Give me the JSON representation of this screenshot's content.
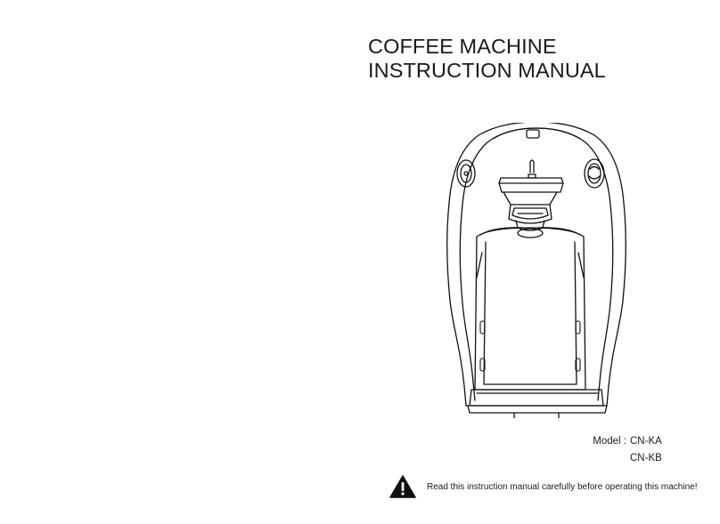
{
  "cover": {
    "title_line1": "COFFEE MACHINE",
    "title_line2": "INSTRUCTION MANUAL"
  },
  "illustration": {
    "icon": "coffee-machine-front-view"
  },
  "models": {
    "label": "Model :",
    "values": [
      "CN-KA",
      "CN-KB"
    ]
  },
  "warning": {
    "icon": "warning-triangle-icon",
    "text": "Read this instruction manual carefully before operating this machine!"
  }
}
